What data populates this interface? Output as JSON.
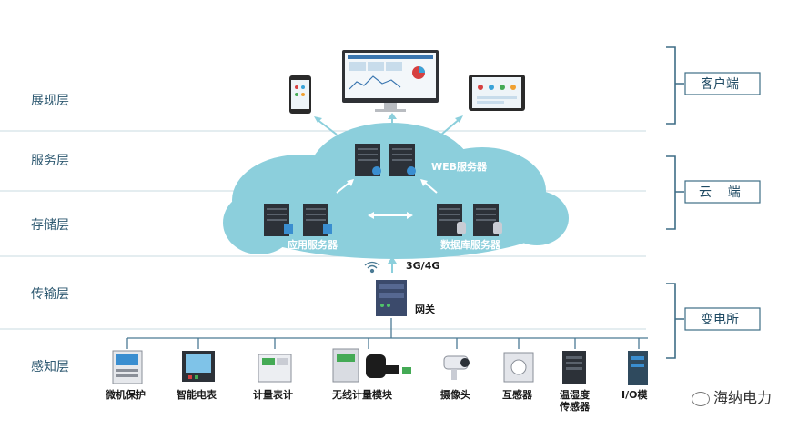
{
  "layers": [
    {
      "label": "展现层"
    },
    {
      "label": "服务层"
    },
    {
      "label": "存储层"
    },
    {
      "label": "传输层"
    },
    {
      "label": "感知层"
    }
  ],
  "side_groups": [
    {
      "label": "客户端"
    },
    {
      "label": "云    端"
    },
    {
      "label": "变电所"
    }
  ],
  "cloud": {
    "web_server": "WEB服务器",
    "app_server": "应用服务器",
    "db_server": "数据库服务器"
  },
  "transport": {
    "network": "3G/4G",
    "gateway": "网关"
  },
  "devices": [
    {
      "label": "微机保护"
    },
    {
      "label": "智能电表"
    },
    {
      "label": "计量表计"
    },
    {
      "label": "无线计量模块"
    },
    {
      "label": "摄像头"
    },
    {
      "label": "互感器"
    },
    {
      "label": "温湿度",
      "label2": "传感器"
    },
    {
      "label": "I/O模"
    }
  ],
  "watermark": "海纳电力",
  "colors": {
    "cloud": "#8ccfdc",
    "divider": "#c9dbe2",
    "bracket": "#3e6d86",
    "server": "#2c3138"
  }
}
